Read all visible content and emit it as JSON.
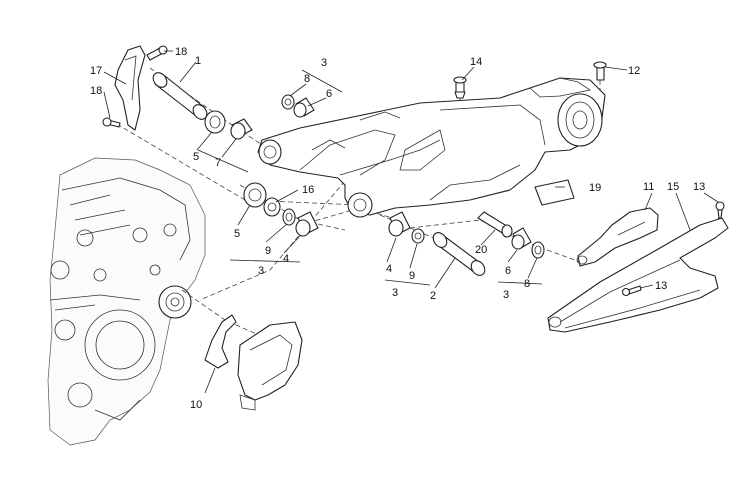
{
  "labels": {
    "l1": "1",
    "l2": "2",
    "l3a": "3",
    "l3b": "3",
    "l3c": "3",
    "l3d": "3",
    "l4a": "4",
    "l4b": "4",
    "l5a": "5",
    "l5b": "5",
    "l6a": "6",
    "l6b": "6",
    "l7": "7",
    "l8a": "8",
    "l8b": "8",
    "l9a": "9",
    "l9b": "9",
    "l10": "10",
    "l11": "11",
    "l12": "12",
    "l13a": "13",
    "l13b": "13",
    "l14": "14",
    "l15": "15",
    "l16": "16",
    "l17": "17",
    "l18a": "18",
    "l18b": "18",
    "l19": "19",
    "l20": "20"
  },
  "colors": {
    "line": "#222222",
    "background": "#ffffff"
  }
}
